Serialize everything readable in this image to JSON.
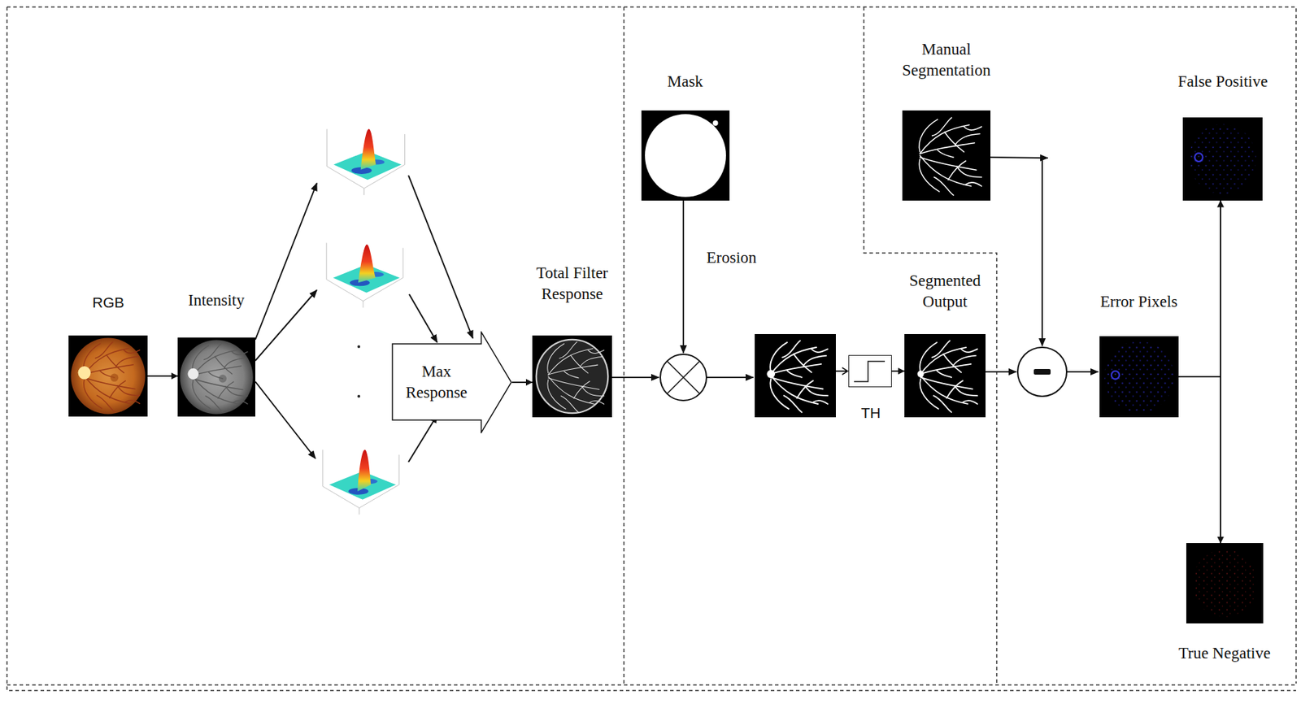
{
  "diagram": {
    "nodes": [
      {
        "text": [
          "RGB"
        ]
      },
      {
        "text": [
          "Intensity"
        ]
      },
      {
        "text": [
          "Max Response"
        ]
      },
      {
        "text": [
          "Total Filter Response"
        ]
      },
      {
        "text": [
          "Mask"
        ]
      },
      {
        "text": [
          "TH"
        ]
      },
      {
        "text": [
          "Segmented Output"
        ]
      },
      {
        "text": [
          "Manual Segmentation"
        ]
      },
      {
        "text": [
          "Error Pixels"
        ]
      },
      {
        "text": [
          "False Positive"
        ]
      },
      {
        "text": [
          "True Negative"
        ]
      }
    ],
    "edges": [
      {
        "from": 0,
        "to": 1,
        "arrow": "to"
      },
      {
        "from": 2,
        "to": 3,
        "arrow": "to"
      },
      {
        "from": 5,
        "to": 6,
        "arrow": "to"
      },
      {
        "from": 8,
        "to": 9,
        "arrow": "to"
      },
      {
        "from": 8,
        "to": 10,
        "arrow": "to"
      }
    ],
    "labels": [
      "Erosion"
    ]
  }
}
